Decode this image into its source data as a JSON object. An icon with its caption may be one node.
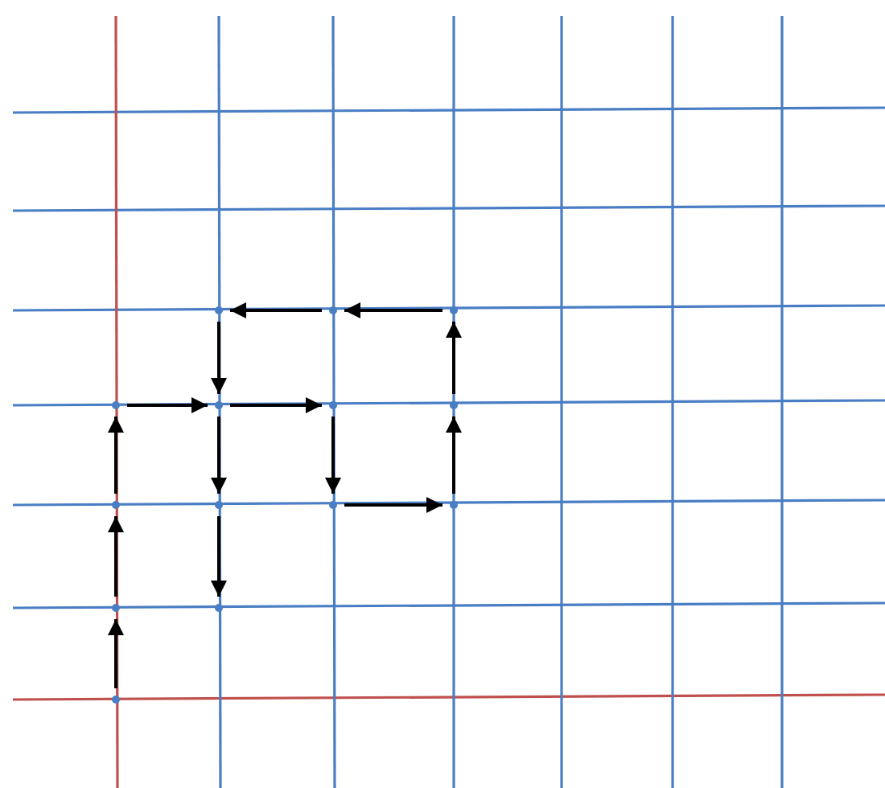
{
  "diagram": {
    "nodes": [
      {
        "text": [],
        "shape": "point"
      },
      {
        "text": [],
        "shape": "point"
      },
      {
        "text": [],
        "shape": "point"
      },
      {
        "text": [],
        "shape": "point"
      },
      {
        "text": [],
        "shape": "point"
      },
      {
        "text": [],
        "shape": "point"
      },
      {
        "text": [],
        "shape": "point"
      },
      {
        "text": [],
        "shape": "point"
      },
      {
        "text": [],
        "shape": "point"
      },
      {
        "text": [],
        "shape": "point"
      },
      {
        "text": [],
        "shape": "point"
      },
      {
        "text": [],
        "shape": "point"
      },
      {
        "text": [],
        "shape": "point"
      },
      {
        "text": [],
        "shape": "point"
      }
    ],
    "edges": [
      {
        "from": 13,
        "to": 11,
        "arrow": "to"
      },
      {
        "from": 11,
        "to": 7,
        "arrow": "to"
      },
      {
        "from": 7,
        "to": 3,
        "arrow": "to"
      },
      {
        "from": 3,
        "to": 4,
        "arrow": "to"
      },
      {
        "from": 4,
        "to": 5,
        "arrow": "to"
      },
      {
        "from": 0,
        "to": 4,
        "arrow": "to"
      },
      {
        "from": 4,
        "to": 8,
        "arrow": "to"
      },
      {
        "from": 8,
        "to": 12,
        "arrow": "to"
      },
      {
        "from": 5,
        "to": 9,
        "arrow": "to"
      },
      {
        "from": 9,
        "to": 10,
        "arrow": "to"
      },
      {
        "from": 10,
        "to": 6,
        "arrow": "to"
      },
      {
        "from": 6,
        "to": 2,
        "arrow": "to"
      },
      {
        "from": 2,
        "to": 1,
        "arrow": "to"
      },
      {
        "from": 1,
        "to": 0,
        "arrow": "to"
      }
    ]
  }
}
